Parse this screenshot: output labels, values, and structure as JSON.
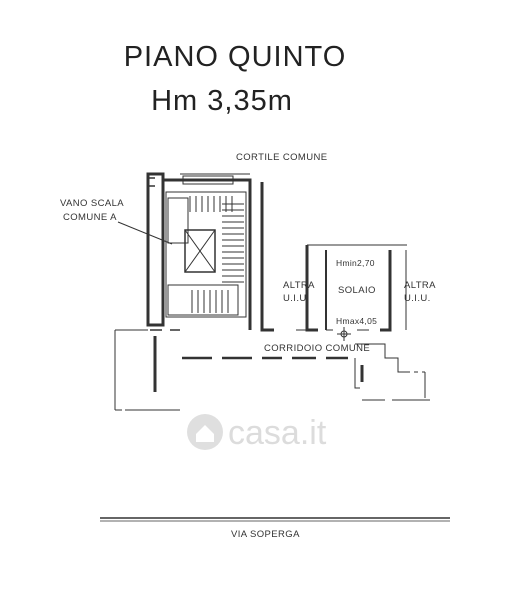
{
  "title": {
    "line1": "PIANO QUINTO",
    "line2": "Hm 3,35m"
  },
  "labels": {
    "cortile": "CORTILE COMUNE",
    "vano_line1": "VANO SCALA",
    "vano_line2": "COMUNE A",
    "altra_left_line1": "ALTRA",
    "altra_left_line2": "U.I.U.",
    "solaio": "SOLAIO",
    "hmin": "Hmin2,70",
    "hmax": "Hmax4,05",
    "altra_right_line1": "ALTRA",
    "altra_right_line2": "U.I.U.",
    "corridoio": "CORRIDOIO COMUNE",
    "street": "VIA SOPERGA"
  },
  "watermark": {
    "text": "casa.it",
    "icon": "home-icon"
  }
}
